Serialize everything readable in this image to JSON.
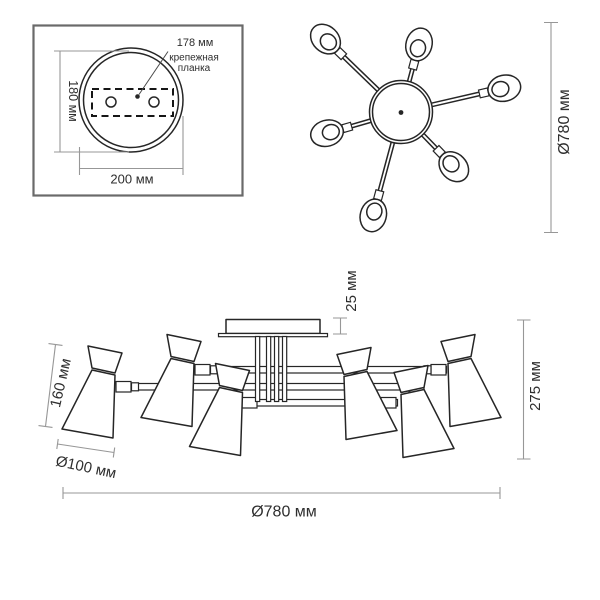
{
  "inset": {
    "plate_width": "178 мм",
    "plate_name_line1": "крепежная",
    "plate_name_line2": "планка",
    "height": "180 мм",
    "width": "200 мм"
  },
  "top_view": {
    "diameter": "Ø780 мм"
  },
  "side_view": {
    "canopy_height": "25 мм",
    "shade_height": "160 мм",
    "shade_diameter": "Ø100 мм",
    "fixture_height": "275 мм",
    "fixture_diameter": "Ø780 мм"
  },
  "colors": {
    "object_line": "#262626",
    "dimension_line": "#979797",
    "text": "#2e2e2e",
    "inset_border": "#6a6a6a",
    "background": "#ffffff"
  }
}
